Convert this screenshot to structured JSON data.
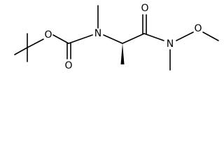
{
  "structure": {
    "atom_labels": {
      "ester_oxygen": "O",
      "carbamate_carbonyl_oxygen": "O",
      "carbamate_nitrogen": "N",
      "amide_carbonyl_oxygen": "O",
      "amide_nitrogen": "N",
      "methoxy_oxygen": "O"
    },
    "stereo_bond": "wedge",
    "bond_color": "#000000",
    "background": "#ffffff"
  }
}
